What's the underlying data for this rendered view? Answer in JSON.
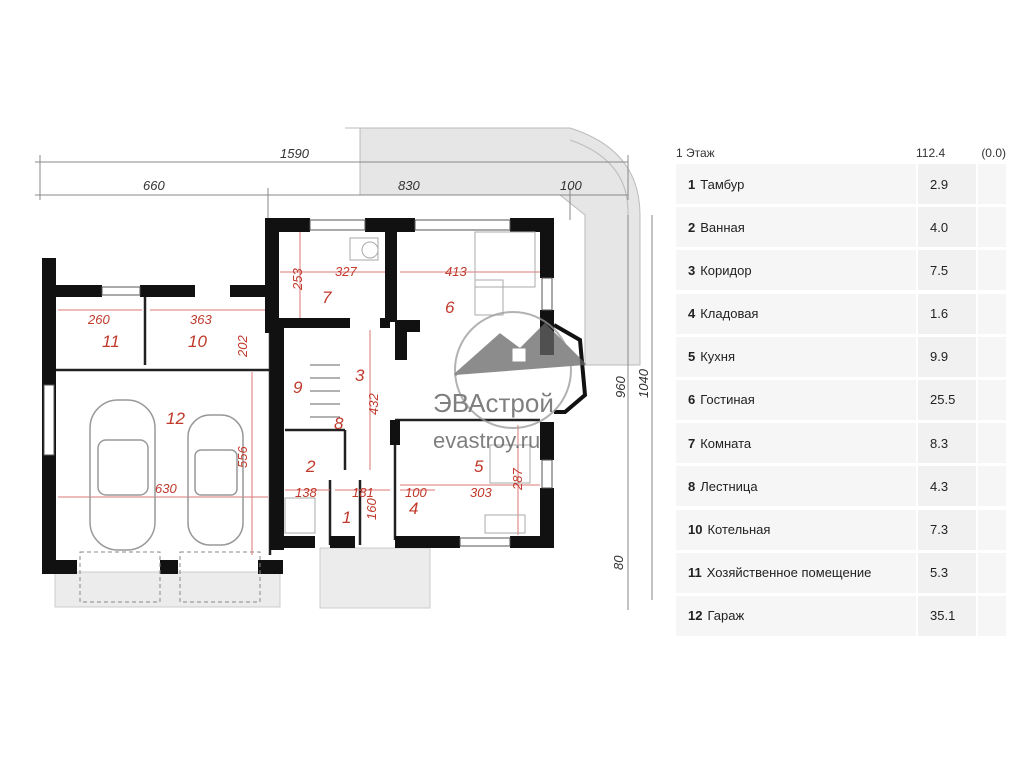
{
  "dimensions": {
    "overall_width": "1590",
    "left_block": "660",
    "middle_block": "830",
    "right_block": "100",
    "depth_main": "960",
    "depth_total": "1040",
    "porch_depth": "80"
  },
  "rooms": [
    {
      "num": "1",
      "dims": [
        "181",
        "160"
      ]
    },
    {
      "num": "2",
      "dims": [
        "138"
      ]
    },
    {
      "num": "3",
      "dims": [
        "432"
      ]
    },
    {
      "num": "4",
      "dims": [
        "100"
      ]
    },
    {
      "num": "5",
      "dims": [
        "303",
        "287"
      ]
    },
    {
      "num": "6",
      "dims": [
        "413"
      ]
    },
    {
      "num": "7",
      "dims": [
        "327",
        "253"
      ]
    },
    {
      "num": "8",
      "dims": []
    },
    {
      "num": "9",
      "dims": []
    },
    {
      "num": "10",
      "dims": [
        "363",
        "202"
      ]
    },
    {
      "num": "11",
      "dims": [
        "260"
      ]
    },
    {
      "num": "12",
      "dims": [
        "630",
        "556"
      ]
    }
  ],
  "watermark": {
    "brand": "ЭВАстрой",
    "site": "evastroy.ru"
  },
  "schedule": {
    "floor_label": "1 Этаж",
    "total_area": "112.4",
    "extra": "(0.0)",
    "rows": [
      {
        "num": "1",
        "name": "Тамбур",
        "area": "2.9"
      },
      {
        "num": "2",
        "name": "Ванная",
        "area": "4.0"
      },
      {
        "num": "3",
        "name": "Коридор",
        "area": "7.5"
      },
      {
        "num": "4",
        "name": "Кладовая",
        "area": "1.6"
      },
      {
        "num": "5",
        "name": "Кухня",
        "area": "9.9"
      },
      {
        "num": "6",
        "name": "Гостиная",
        "area": "25.5"
      },
      {
        "num": "7",
        "name": "Комната",
        "area": "8.3"
      },
      {
        "num": "8",
        "name": "Лестница",
        "area": "4.3"
      },
      {
        "num": "10",
        "name": "Котельная",
        "area": "7.3"
      },
      {
        "num": "11",
        "name": "Хозяйственное помещение",
        "area": "5.3"
      },
      {
        "num": "12",
        "name": "Гараж",
        "area": "35.1"
      }
    ]
  },
  "colors": {
    "wall": "#111111",
    "accent": "#c0392b",
    "terrace": "#e6e6e6"
  }
}
